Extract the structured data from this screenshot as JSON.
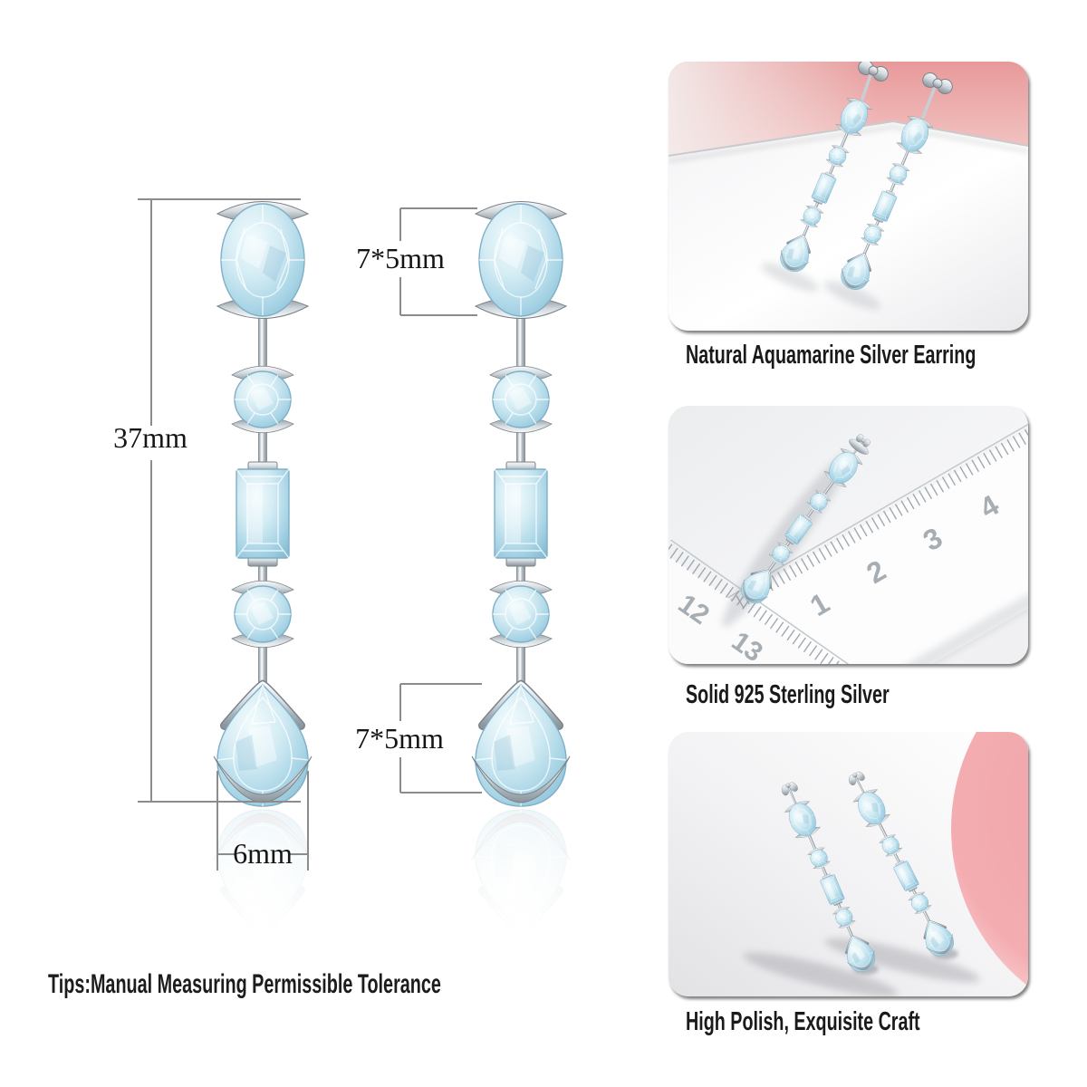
{
  "diagram": {
    "measurements": {
      "total_length": "37mm",
      "top_stone_size": "7*5mm",
      "bottom_stone_size": "7*5mm",
      "bottom_width": "6mm"
    },
    "tips": "Tips:Manual Measuring Permissible Tolerance"
  },
  "panels": [
    {
      "caption": "Natural Aquamarine Silver Earring"
    },
    {
      "caption": "Solid 925 Sterling Silver",
      "ruler_numbers": {
        "cm": [
          "1",
          "2",
          "3",
          "4"
        ],
        "left": [
          "12",
          "13"
        ]
      }
    },
    {
      "caption": "High Polish, Exquisite Craft"
    }
  ],
  "colors": {
    "gem_blue": "#bfe1ee",
    "silver": "#c9d0d5",
    "pink": "#eda4a4",
    "caption_text": "#1a1a1a",
    "dimension_line": "#8c8c8c"
  }
}
